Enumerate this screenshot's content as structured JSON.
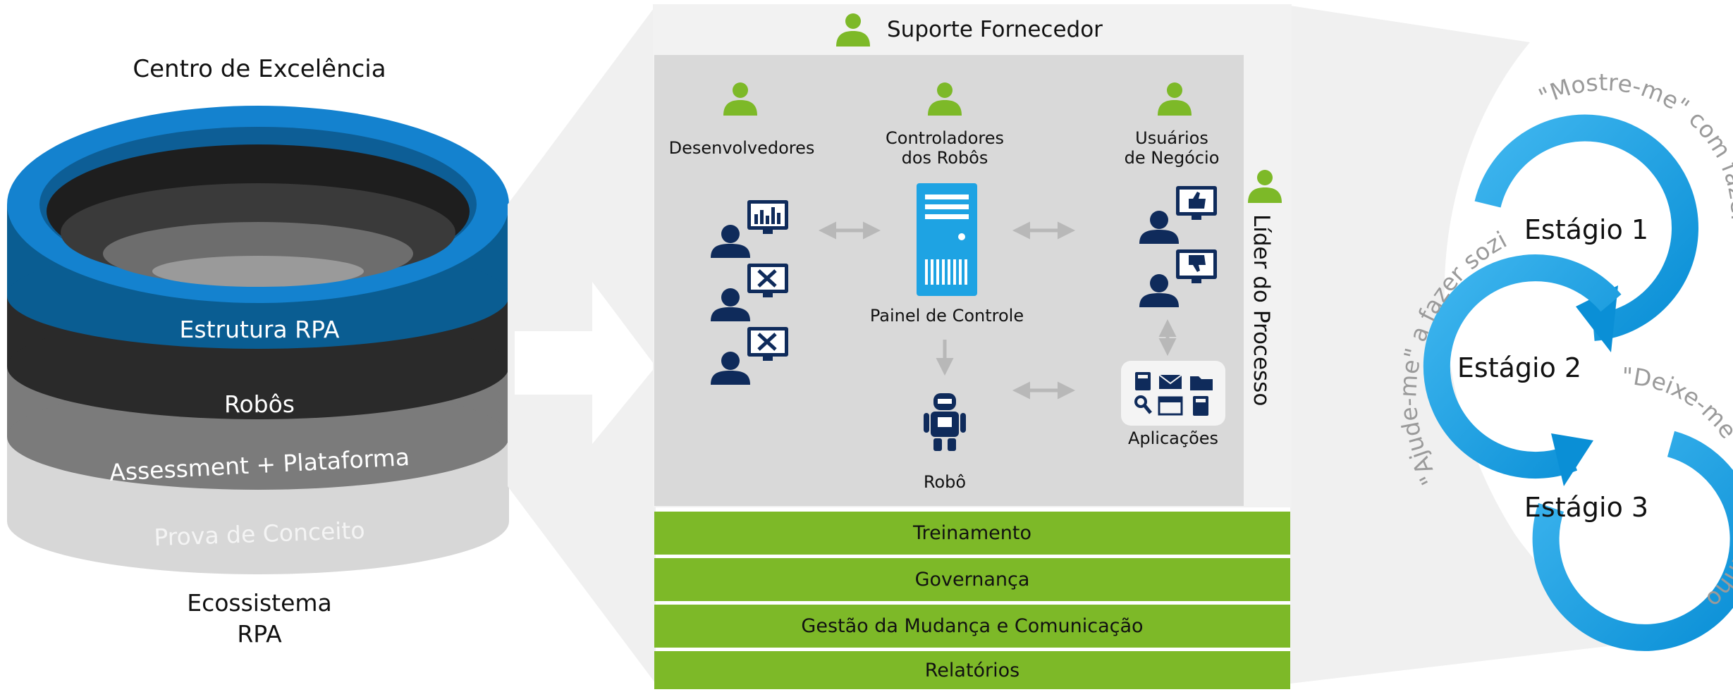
{
  "left_stack": {
    "top_label": "Centro de Excelência",
    "layers": [
      {
        "label": "Estrutura RPA",
        "color": "#0d6fb0"
      },
      {
        "label": "Robôs",
        "color": "#2a2a2a"
      },
      {
        "label": "Assessment + Plataforma",
        "color": "#7d7d7d"
      },
      {
        "label": "Prova de Conceito",
        "color": "#d9d9d9"
      }
    ],
    "bottom_label_line1": "Ecossistema",
    "bottom_label_line2": "RPA"
  },
  "center_panel": {
    "support_label": "Suporte Fornecedor",
    "developers_label": "Desenvolvedores",
    "controllers_label_line1": "Controladores",
    "controllers_label_line2": "dos Robôs",
    "business_users_label_line1": "Usuários",
    "business_users_label_line2": "de Negócio",
    "control_panel_label": "Painel de Controle",
    "robot_label": "Robô",
    "applications_label": "Aplicações",
    "process_leader_label": "Líder do Processo",
    "bars": [
      "Treinamento",
      "Governança",
      "Gestão da Mudança e Comunicação",
      "Relatórios"
    ]
  },
  "stages": {
    "stage1": "Estágio 1",
    "stage2": "Estágio 2",
    "stage3": "Estágio 3",
    "arc1": "\"Mostre-me\" com fazer",
    "arc2": "\"Ajude-me\" a fazer sozinho",
    "arc3": "\"Deixe-me\" fazer sozinho"
  },
  "colors": {
    "accent_green": "#7db928",
    "navy_icon": "#0f2b5b",
    "ring_blue": "#1aa0e0",
    "panel_gray": "#d9d9d9"
  }
}
